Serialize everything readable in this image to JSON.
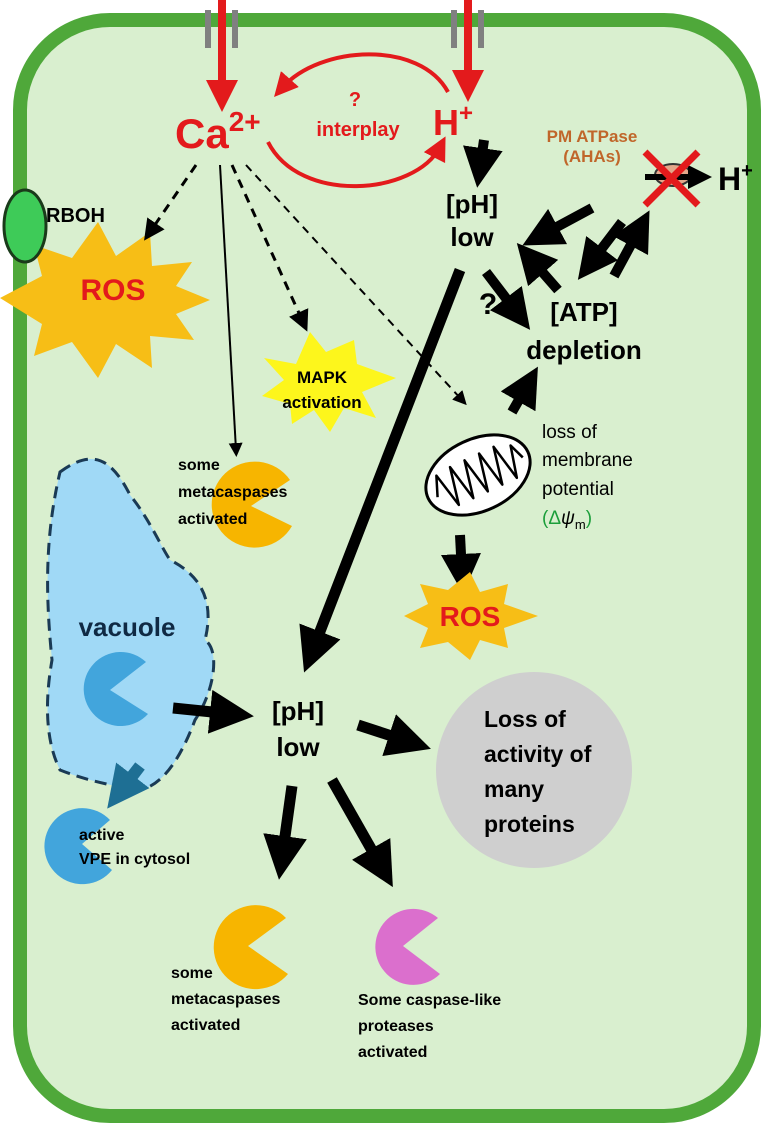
{
  "colors": {
    "cell_fill": "#d9efcf",
    "cell_border": "#4fa83a",
    "red": "#e31a1c",
    "ros_fill": "#f7be16",
    "mapk_fill": "#fdf61c",
    "vacuole_fill": "#a0d9f6",
    "vpe_blue": "#42a5dc",
    "vpe_arrow": "#1e6f94",
    "metacaspase_orange": "#f7b500",
    "caspase_pink": "#db6fcd",
    "loss_circle": "#cfcfcf",
    "rboh_green": "#3ecb58",
    "pm_atpase_text": "#c0662a",
    "psi_green": "#1b9e3a"
  },
  "icons": [
    "ion-channel-icon",
    "mitochondrion-icon",
    "pac-man-protease-icon",
    "cross-icon"
  ],
  "labels": {
    "ca_base": "Ca",
    "ca_sup": "2+",
    "h_base": "H",
    "h_sup": "+",
    "h_out_base": "H",
    "h_out_sup": "+",
    "question_interplay": "?",
    "interplay": "interplay",
    "pm_atpase_line1": "PM ATPase",
    "pm_atpase_line2": "(AHAs)",
    "rboh": "RBOH",
    "ros_left": "ROS",
    "ros_mito": "ROS",
    "ph_top_line1": "[pH]",
    "ph_top_line2": "low",
    "question_ph": "?",
    "atp_line1": "[ATP]",
    "atp_line2": "depletion",
    "mapk_line1": "MAPK",
    "mapk_line2": "activation",
    "loss_potential_line1": "loss of",
    "loss_potential_line2": "membrane",
    "loss_potential_line3": "potential",
    "delta_psi_open": "(Δ",
    "delta_psi_symbol": "ψ",
    "delta_psi_sub": "m",
    "delta_psi_close": ")",
    "metacaspase_top_line1": "some",
    "metacaspase_top_line2": "metacaspases",
    "metacaspase_top_line3": "activated",
    "vacuole": "vacuole",
    "ph_mid_line1": "[pH]",
    "ph_mid_line2": "low",
    "loss_activity_line1": "Loss of",
    "loss_activity_line2": "activity of",
    "loss_activity_line3": "many",
    "loss_activity_line4": "proteins",
    "vpe_line1": "active",
    "vpe_line2": "VPE in cytosol",
    "metacaspase_bottom_line1": "some",
    "metacaspase_bottom_line2": "metacaspases",
    "metacaspase_bottom_line3": "activated",
    "caspase_line1": "Some caspase-like",
    "caspase_line2": "proteases",
    "caspase_line3": "activated"
  }
}
